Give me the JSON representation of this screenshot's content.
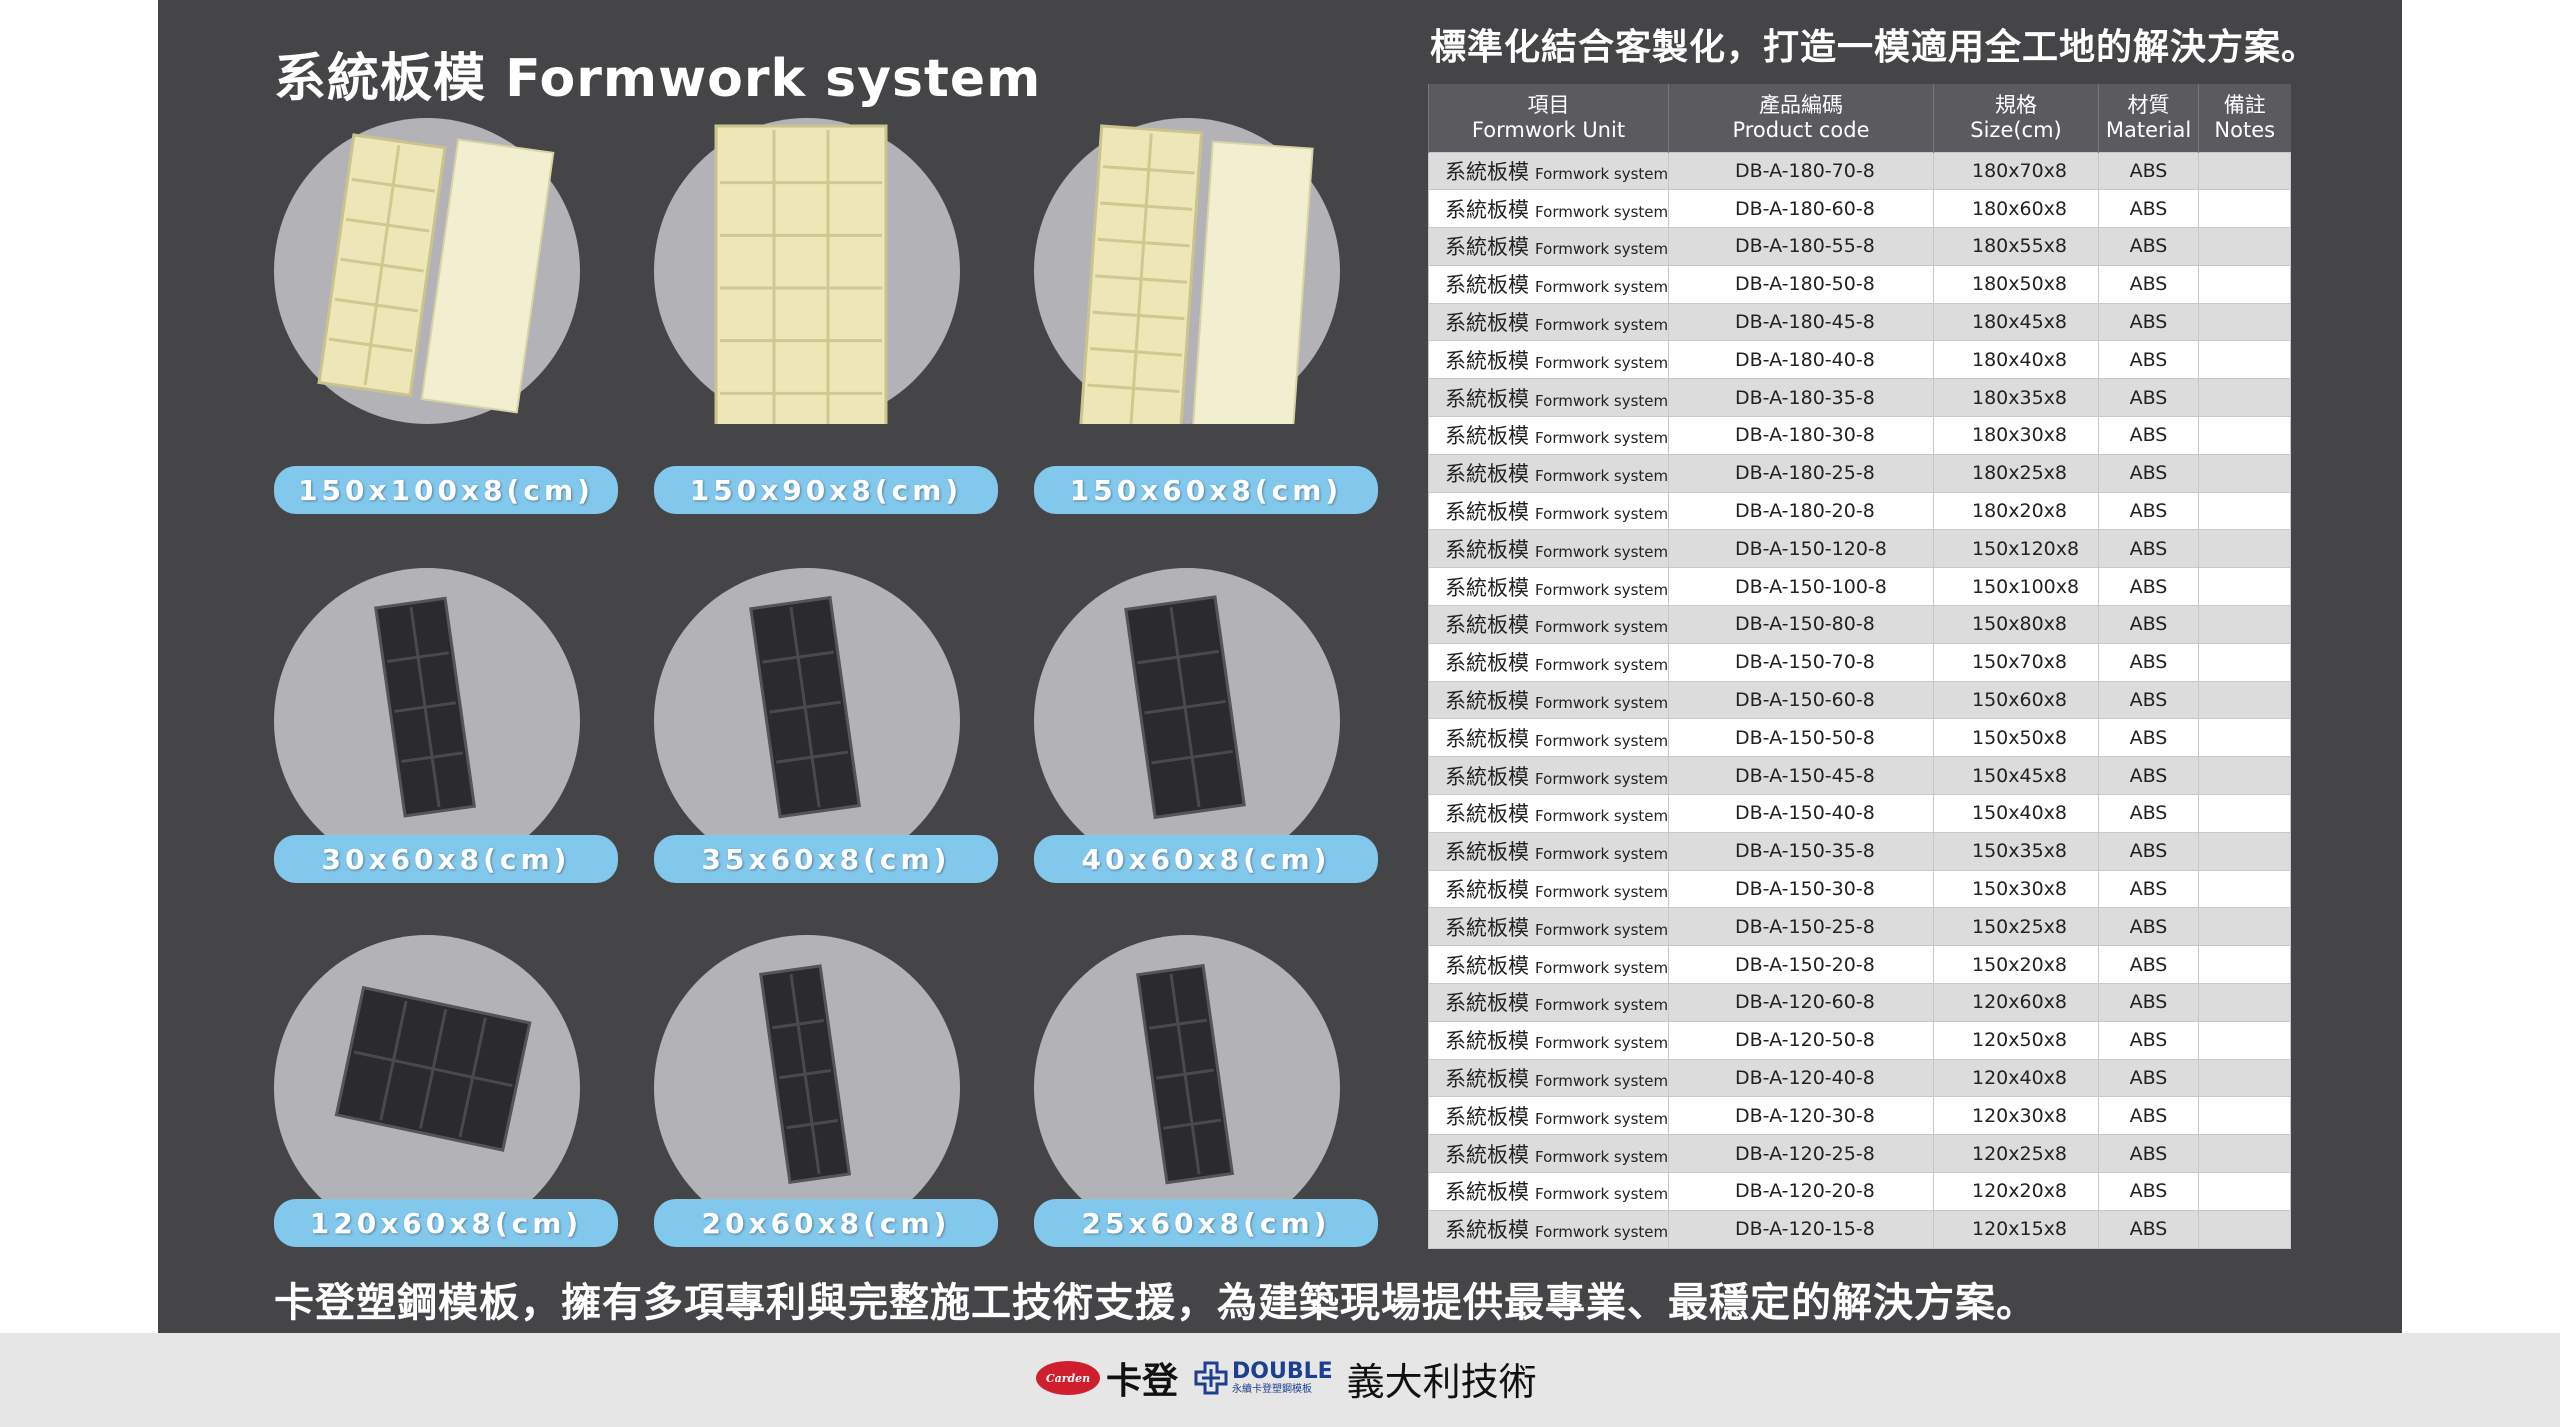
{
  "header": {
    "title": "系統板模 Formwork system",
    "tagline": "標準化結合客製化，打造一模適用全工地的解決方案。"
  },
  "products": [
    {
      "label": "150x100x8(cm)",
      "color": "light"
    },
    {
      "label": "150x90x8(cm)",
      "color": "light"
    },
    {
      "label": "150x60x8(cm)",
      "color": "light"
    },
    {
      "label": "30x60x8(cm)",
      "color": "dark"
    },
    {
      "label": "35x60x8(cm)",
      "color": "dark"
    },
    {
      "label": "40x60x8(cm)",
      "color": "dark"
    },
    {
      "label": "120x60x8(cm)",
      "color": "dark"
    },
    {
      "label": "20x60x8(cm)",
      "color": "dark"
    },
    {
      "label": "25x60x8(cm)",
      "color": "dark"
    }
  ],
  "table": {
    "headers": [
      {
        "zh": "項目",
        "en": "Formwork Unit"
      },
      {
        "zh": "產品編碼",
        "en": "Product code"
      },
      {
        "zh": "規格",
        "en": "Size(cm)"
      },
      {
        "zh": "材質",
        "en": "Material"
      },
      {
        "zh": "備註",
        "en": "Notes"
      }
    ],
    "item_zh": "系統板模",
    "item_en": "Formwork system",
    "rows": [
      {
        "code": "DB-A-180-70-8",
        "size": "180x70x8",
        "material": "ABS",
        "notes": ""
      },
      {
        "code": "DB-A-180-60-8",
        "size": "180x60x8",
        "material": "ABS",
        "notes": ""
      },
      {
        "code": "DB-A-180-55-8",
        "size": "180x55x8",
        "material": "ABS",
        "notes": ""
      },
      {
        "code": "DB-A-180-50-8",
        "size": "180x50x8",
        "material": "ABS",
        "notes": ""
      },
      {
        "code": "DB-A-180-45-8",
        "size": "180x45x8",
        "material": "ABS",
        "notes": ""
      },
      {
        "code": "DB-A-180-40-8",
        "size": "180x40x8",
        "material": "ABS",
        "notes": ""
      },
      {
        "code": "DB-A-180-35-8",
        "size": "180x35x8",
        "material": "ABS",
        "notes": ""
      },
      {
        "code": "DB-A-180-30-8",
        "size": "180x30x8",
        "material": "ABS",
        "notes": ""
      },
      {
        "code": "DB-A-180-25-8",
        "size": "180x25x8",
        "material": "ABS",
        "notes": ""
      },
      {
        "code": "DB-A-180-20-8",
        "size": "180x20x8",
        "material": "ABS",
        "notes": ""
      },
      {
        "code": "DB-A-150-120-8",
        "size": "150x120x8",
        "material": "ABS",
        "notes": ""
      },
      {
        "code": "DB-A-150-100-8",
        "size": "150x100x8",
        "material": "ABS",
        "notes": ""
      },
      {
        "code": "DB-A-150-80-8",
        "size": "150x80x8",
        "material": "ABS",
        "notes": ""
      },
      {
        "code": "DB-A-150-70-8",
        "size": "150x70x8",
        "material": "ABS",
        "notes": ""
      },
      {
        "code": "DB-A-150-60-8",
        "size": "150x60x8",
        "material": "ABS",
        "notes": ""
      },
      {
        "code": "DB-A-150-50-8",
        "size": "150x50x8",
        "material": "ABS",
        "notes": ""
      },
      {
        "code": "DB-A-150-45-8",
        "size": "150x45x8",
        "material": "ABS",
        "notes": ""
      },
      {
        "code": "DB-A-150-40-8",
        "size": "150x40x8",
        "material": "ABS",
        "notes": ""
      },
      {
        "code": "DB-A-150-35-8",
        "size": "150x35x8",
        "material": "ABS",
        "notes": ""
      },
      {
        "code": "DB-A-150-30-8",
        "size": "150x30x8",
        "material": "ABS",
        "notes": ""
      },
      {
        "code": "DB-A-150-25-8",
        "size": "150x25x8",
        "material": "ABS",
        "notes": ""
      },
      {
        "code": "DB-A-150-20-8",
        "size": "150x20x8",
        "material": "ABS",
        "notes": ""
      },
      {
        "code": "DB-A-120-60-8",
        "size": "120x60x8",
        "material": "ABS",
        "notes": ""
      },
      {
        "code": "DB-A-120-50-8",
        "size": "120x50x8",
        "material": "ABS",
        "notes": ""
      },
      {
        "code": "DB-A-120-40-8",
        "size": "120x40x8",
        "material": "ABS",
        "notes": ""
      },
      {
        "code": "DB-A-120-30-8",
        "size": "120x30x8",
        "material": "ABS",
        "notes": ""
      },
      {
        "code": "DB-A-120-25-8",
        "size": "120x25x8",
        "material": "ABS",
        "notes": ""
      },
      {
        "code": "DB-A-120-20-8",
        "size": "120x20x8",
        "material": "ABS",
        "notes": ""
      },
      {
        "code": "DB-A-120-15-8",
        "size": "120x15x8",
        "material": "ABS",
        "notes": ""
      }
    ]
  },
  "footer": {
    "slogan": "卡登塑鋼模板，擁有多項專利與完整施工技術支援，為建築現場提供最專業、最穩定的解決方案。",
    "carden_badge": "Carden",
    "carden_name": "卡登",
    "double_word": "DOUBLE",
    "double_sub": "永續卡登塑鋼模板",
    "italy_name": "義大利技術"
  },
  "colors": {
    "panel": "#454447",
    "disc": "#b3b2b7",
    "label_pill": "#82c7ec",
    "light_panel": "#ede7b8",
    "dark_panel": "#2b2a2e",
    "carden_red": "#cf1f2e",
    "double_blue": "#1d3f8f"
  }
}
